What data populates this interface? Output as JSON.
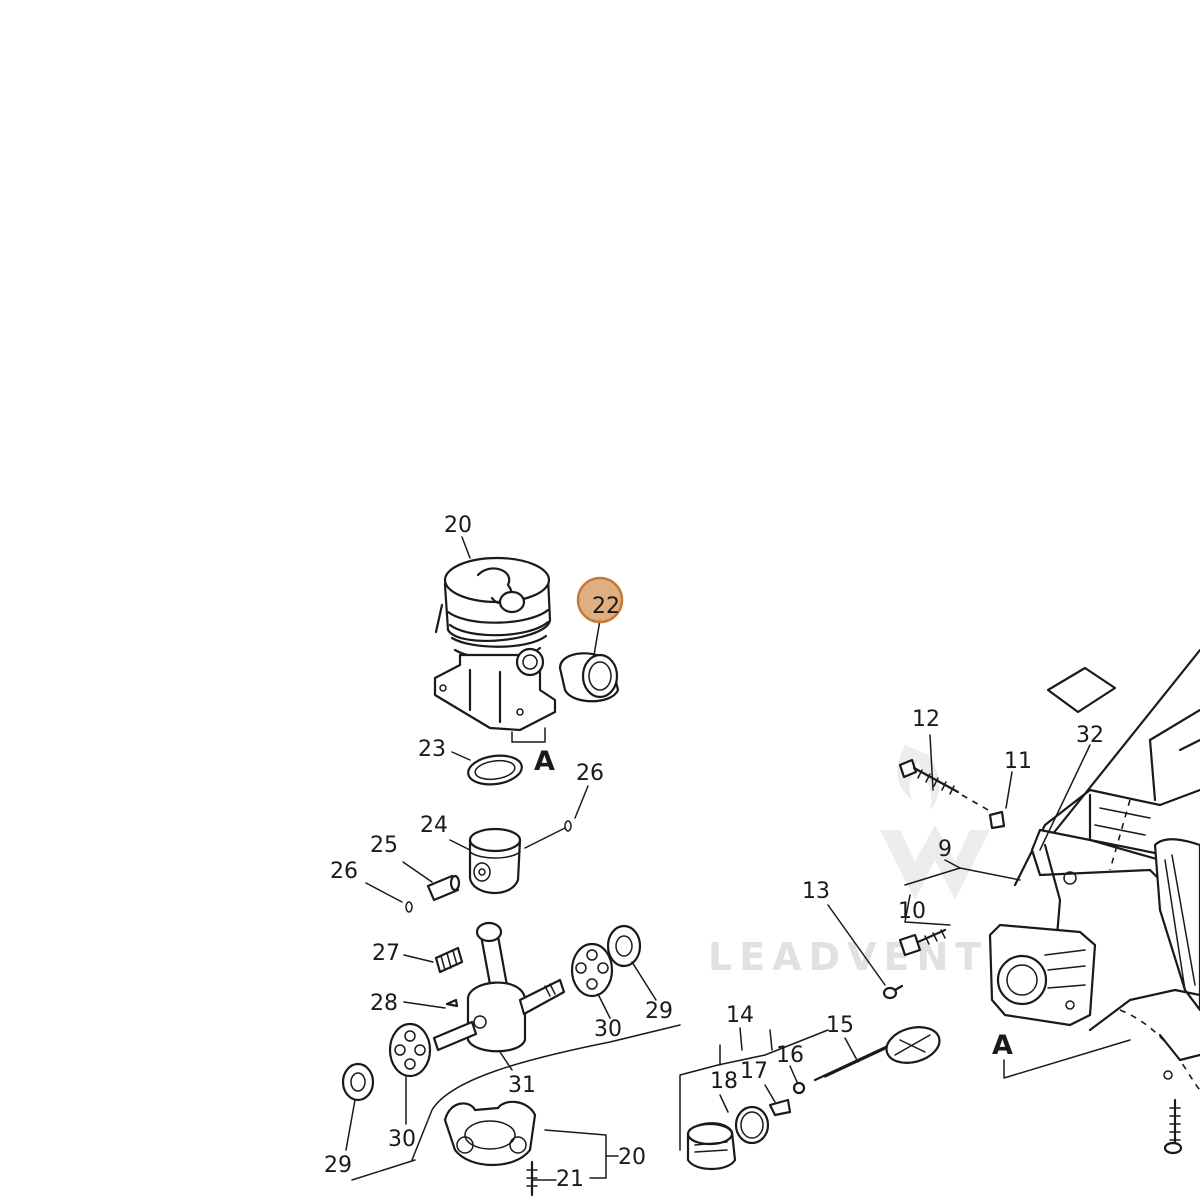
{
  "diagram": {
    "callouts": {
      "c20_top": "20",
      "c22": "22",
      "c23": "23",
      "cA_left": "A",
      "c26_right": "26",
      "c24": "24",
      "c25": "25",
      "c26_left": "26",
      "c27": "27",
      "c28": "28",
      "c29_right": "29",
      "c30_right": "30",
      "c31": "31",
      "c30_left": "30",
      "c29_left": "29",
      "c21": "21",
      "c20_bottom": "20",
      "c14": "14",
      "c15": "15",
      "c16": "16",
      "c17": "17",
      "c18": "18",
      "c13": "13",
      "c12": "12",
      "c11": "11",
      "c10": "10",
      "c9": "9",
      "c32": "32",
      "cA_right": "A"
    },
    "highlight_color": "#d9a06b",
    "highlight_stroke": "#c7793a",
    "watermark_text": "LEADVENTURE"
  }
}
